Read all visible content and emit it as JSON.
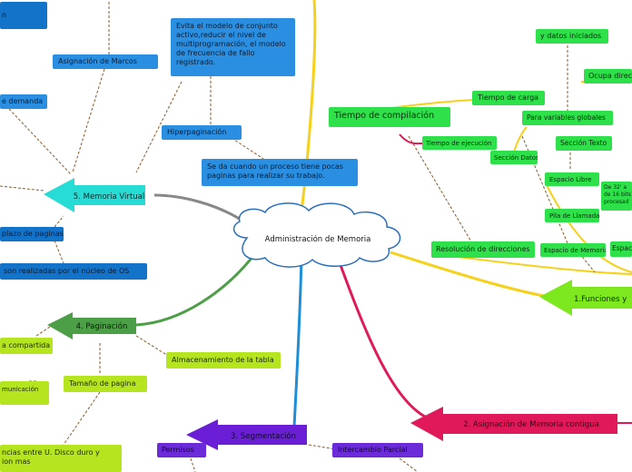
{
  "central": {
    "label": "Administración de Memoria"
  },
  "branches": {
    "b1": {
      "label": "1.Funciones y"
    },
    "b2": {
      "label": "2. Asignación de Memoria contigua"
    },
    "b3": {
      "label": "3. Segmentación"
    },
    "b4": {
      "label": "4. Paginación"
    },
    "b5": {
      "label": "5. Memoria Virtual"
    }
  },
  "nodes": {
    "top_left_blue": "n",
    "asignacion_marcos": "Asignación de Marcos",
    "demanda": "e demanda",
    "hiperpaginacion": "Hiperpaginación",
    "hiper_note": "Evita el modelo de conjunto activo,reducir el nivel  de multiprogramación, el modelo de frecuencia de fallo registrado.",
    "se_da_note": "Se da cuando un proceso tiene pocas paginas para realizar su trabajo.",
    "reemplazo": "plazo de paginas",
    "nucleo": "son realizadas por el núcleo de OS",
    "compartida": "a compartida",
    "almacenamiento_tabla": "Almacenamiento de la tabla",
    "tamano_pagina": "Tamaño de pagina",
    "comunicacion": "municación",
    "disco": "ncias entre U. Disco duro y\nion mas",
    "permisos": "Permisos",
    "intercambio": "Intercambio Parcial",
    "tiempo_compilacion": "Tiempo de compilación",
    "tiempo_carga": "Tiempo de carga",
    "tiempo_ejecucion": "Tiempo de ejecución",
    "seccion_datos": "Sección Datos",
    "resolucion": "Resolución  de direcciones",
    "datos_iniciados": "y datos iniciados",
    "ocupa": "Ocupa direc",
    "variables_globales": "Para variables globales",
    "seccion_texto": "Sección Texto",
    "espacio_libre": "Espacio Libre",
    "pila_llamada": "Pila de Llamada",
    "espacio_memoria": "Espacio de Memoria",
    "espac": "Espac",
    "bits_note": "De 32' a\nde 16 bits\nprocesad"
  },
  "colors": {
    "center_cloud": "#ffffff",
    "b1": "#7ee81f",
    "b2": "#e01a5a",
    "b3": "#6a1fd6",
    "b4": "#4c9e47",
    "b5": "#27dcd4"
  }
}
